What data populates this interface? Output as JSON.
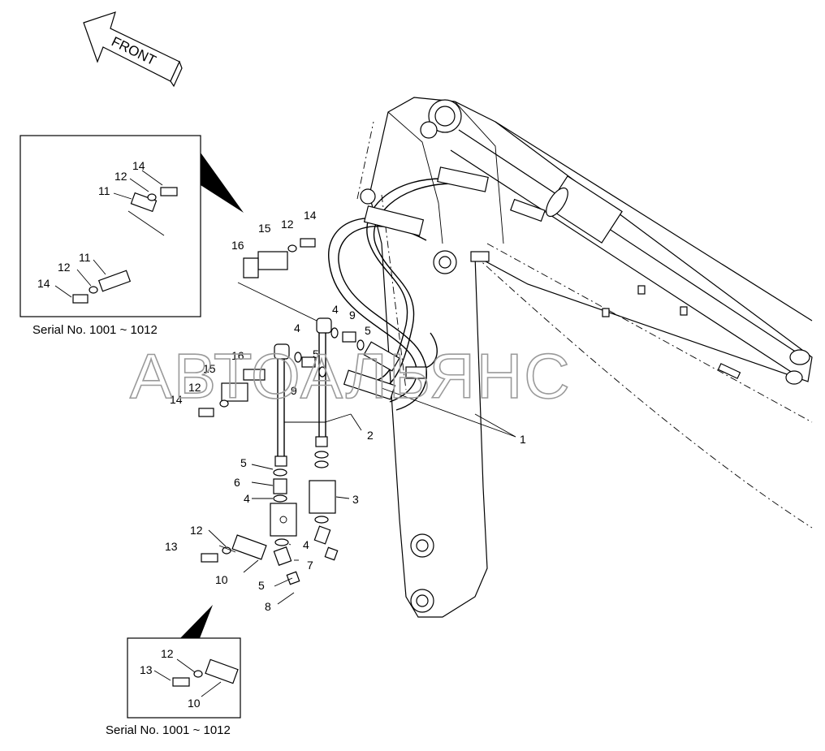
{
  "front_arrow": {
    "label": "FRONT"
  },
  "watermark": "АВТОАЛЬЯНС",
  "inset_top": {
    "caption": "Serial No. 1001 ~ 1012",
    "labels": [
      "14",
      "12",
      "11",
      "11",
      "12",
      "14"
    ]
  },
  "inset_bottom": {
    "caption": "Serial No. 1001 ~ 1012",
    "labels": [
      "12",
      "13",
      "10"
    ]
  },
  "callouts": {
    "c15a": "15",
    "c12a": "12",
    "c14a": "14",
    "c16a": "16",
    "c4a": "4",
    "c9a": "9",
    "c5a": "5",
    "c4b": "4",
    "c5b": "5",
    "c16b": "16",
    "c15b": "15",
    "c12b": "12",
    "c14b": "14",
    "c9b": "9",
    "c1": "1",
    "c2": "2",
    "c5c": "5",
    "c6": "6",
    "c4c": "4",
    "c3": "3",
    "c12c": "12",
    "c13": "13",
    "c4d": "4",
    "c7": "7",
    "c10": "10",
    "c5d": "5",
    "c8": "8"
  }
}
